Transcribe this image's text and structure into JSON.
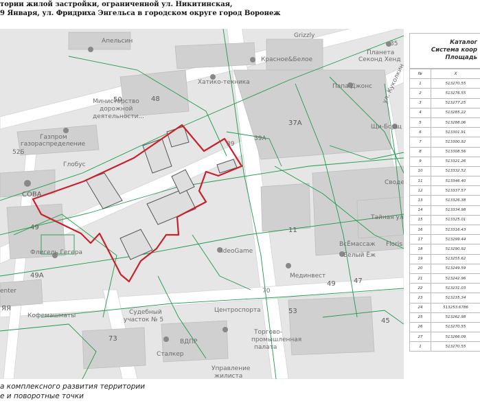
{
  "title": {
    "line1": "тории жилой застройки, ограниченной ул. Никитинская,",
    "line2": "9 Января, ул. Фридриха Энгельса в городском округе город Воронеж"
  },
  "map_labels": {
    "grizzly": "Grizzly",
    "apelsin": "Апельсин",
    "num35": "35",
    "planeta1": "Планета",
    "planeta2": "Секонд Хенд",
    "krasnoe": "Красное&Белое",
    "khatiko": "Хатико-техника",
    "papa": "Папа Джонс",
    "kukolkin": "ул. Куколкин",
    "n50": "50",
    "n48": "48",
    "ministry1": "Министерство",
    "ministry2": "дорожной",
    "ministry3": "деятельности...",
    "n37a": "37А",
    "shchiborsh": "Щи-Борщ",
    "gazprom1": "Газпром",
    "gazprom2": "газораспределение",
    "globus": "Глобус",
    "n52b": "52Б",
    "n39": "39",
    "n39a": "39А",
    "sova": "СОВА",
    "svod": "Своде",
    "taynaya": "Тайная ул",
    "n49": "49",
    "fligel": "Флигель Гегера",
    "vseomassazh": "ВсЁмассаж",
    "ideogame": "IdeoGame",
    "belyy": "Белый Ёж",
    "n11": "11",
    "floris": "Floris",
    "n49a": "49А",
    "center": "enter",
    "medinvest": "Мединвест",
    "n49b": "49",
    "n47": "47",
    "n70": "70",
    "n53": "53",
    "kofemamaty": "Кофемашматы",
    "sudebnyy1": "Судебный",
    "sudebnyy2": "участок № 5",
    "centrsporta": "Центроспорта",
    "ya": "ЯЯ",
    "n45": "45",
    "n73": "73",
    "vdpr": "ВДПР",
    "torgovo1": "Торгово-",
    "torgovo2": "промышленная",
    "torgovo3": "палата",
    "stalker": "Сталкер",
    "upravlenie1": "Управление",
    "upravlenie2": "жилиста"
  },
  "catalog": {
    "head1": "Каталог",
    "head2": "Система коор",
    "head3": "Площадь",
    "col_n": "№",
    "col_x": "X",
    "rows": [
      {
        "n": "1",
        "x": "513270.55"
      },
      {
        "n": "2",
        "x": "513276.55"
      },
      {
        "n": "3",
        "x": "513277.25"
      },
      {
        "n": "4",
        "x": "513285.22"
      },
      {
        "n": "5",
        "x": "513288.06"
      },
      {
        "n": "6",
        "x": "513301.91"
      },
      {
        "n": "7",
        "x": "513300.92"
      },
      {
        "n": "8",
        "x": "513308.56"
      },
      {
        "n": "9",
        "x": "513321.26"
      },
      {
        "n": "10",
        "x": "513332.52"
      },
      {
        "n": "11",
        "x": "513346.40"
      },
      {
        "n": "12",
        "x": "513337.57"
      },
      {
        "n": "13",
        "x": "513326.38"
      },
      {
        "n": "14",
        "x": "513334.98"
      },
      {
        "n": "15",
        "x": "513325.01"
      },
      {
        "n": "16",
        "x": "513316.43"
      },
      {
        "n": "17",
        "x": "513299.44"
      },
      {
        "n": "18",
        "x": "513290.92"
      },
      {
        "n": "19",
        "x": "513255.62"
      },
      {
        "n": "20",
        "x": "513249.59"
      },
      {
        "n": "21",
        "x": "513242.96"
      },
      {
        "n": "22",
        "x": "513231.03"
      },
      {
        "n": "23",
        "x": "513235.34"
      },
      {
        "n": "24",
        "x": "513253.6786"
      },
      {
        "n": "25",
        "x": "513262.98"
      },
      {
        "n": "26",
        "x": "513270.55"
      },
      {
        "n": "27",
        "x": "513266.09"
      },
      {
        "n": "1",
        "x": "513270.55"
      }
    ]
  },
  "legend": {
    "line1": "а комплексного развития территории",
    "line2": "е и поворотные точки"
  },
  "colors": {
    "boundary": "#c8202a",
    "cadastral": "#1e9a4a",
    "building": "#cfcfcf",
    "map_bg": "#e9e9e9",
    "road": "#ffffff"
  }
}
